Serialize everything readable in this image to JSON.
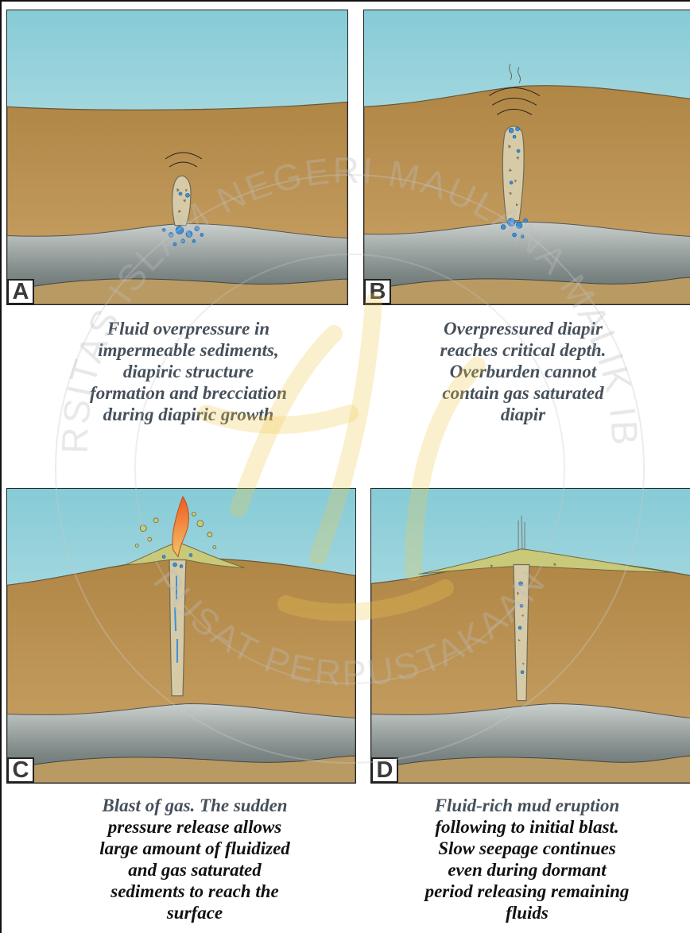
{
  "panels": [
    {
      "letter": "A",
      "caption": [
        "Fluid overpressure in",
        "impermeable sediments,",
        "diapiric structure",
        "formation and brecciation",
        "during diapiric growth"
      ]
    },
    {
      "letter": "B",
      "caption": [
        "Overpressured diapir",
        "reaches critical depth.",
        "Overburden cannot",
        "contain gas saturated",
        "diapir"
      ]
    },
    {
      "letter": "C",
      "caption": [
        "Blast of gas. The sudden",
        "pressure release allows",
        "large amount of fluidized",
        "and gas saturated",
        "sediments to reach the",
        "surface"
      ]
    },
    {
      "letter": "D",
      "caption": [
        "Fluid-rich mud eruption",
        "following to initial blast.",
        "Slow seepage continues",
        "even during dormant",
        "period releasing remaining",
        "fluids"
      ]
    }
  ],
  "watermark": {
    "text_top": "UNIVERSITAS ISLAM NEGERI MAULANA MALIK IBRAHIM",
    "text_bottom": "PUSAT PERPUSTAKAAN"
  },
  "colors": {
    "sky": "#bfe3e9",
    "sediment": "#c29a58",
    "basement": "#9aa3a3",
    "diapir_fill": "#d6cba6",
    "gas": "#3f8fd8",
    "mud": "#c9c97a",
    "blast": "#f07a2a"
  }
}
